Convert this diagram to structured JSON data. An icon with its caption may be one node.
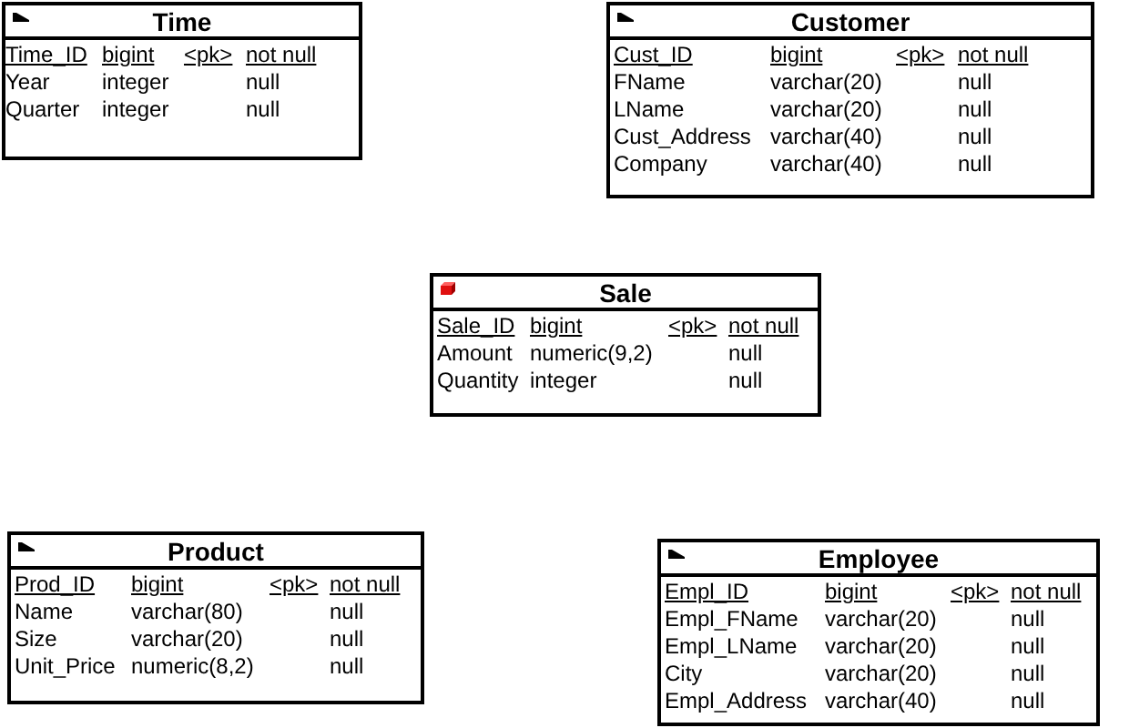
{
  "diagram": {
    "nodes": [
      {
        "text": [
          "Time",
          "Time_ID",
          "bigint",
          "<pk>",
          "not null",
          "Year",
          "integer",
          "null",
          "Quarter",
          "integer",
          "null"
        ]
      },
      {
        "text": [
          "Customer",
          "Cust_ID",
          "bigint",
          "<pk>",
          "not null",
          "FName",
          "varchar(20)",
          "null",
          "LName",
          "varchar(20)",
          "null",
          "Cust_Address",
          "varchar(40)",
          "null",
          "Company",
          "varchar(40)",
          "null"
        ]
      },
      {
        "text": [
          "Sale",
          "Sale_ID",
          "bigint",
          "<pk>",
          "not null",
          "Amount",
          "numeric(9,2)",
          "null",
          "Quantity",
          "integer",
          "null"
        ]
      },
      {
        "text": [
          "Product",
          "Prod_ID",
          "bigint",
          "<pk>",
          "not null",
          "Name",
          "varchar(80)",
          "null",
          "Size",
          "varchar(20)",
          "null",
          "Unit_Price",
          "numeric(8,2)",
          "null"
        ]
      },
      {
        "text": [
          "Employee",
          "Empl_ID",
          "bigint",
          "<pk>",
          "not null",
          "Empl_FName",
          "varchar(20)",
          "null",
          "Empl_LName",
          "varchar(20)",
          "null",
          "City",
          "varchar(20)",
          "null",
          "Empl_Address",
          "varchar(40)",
          "null"
        ]
      }
    ]
  }
}
